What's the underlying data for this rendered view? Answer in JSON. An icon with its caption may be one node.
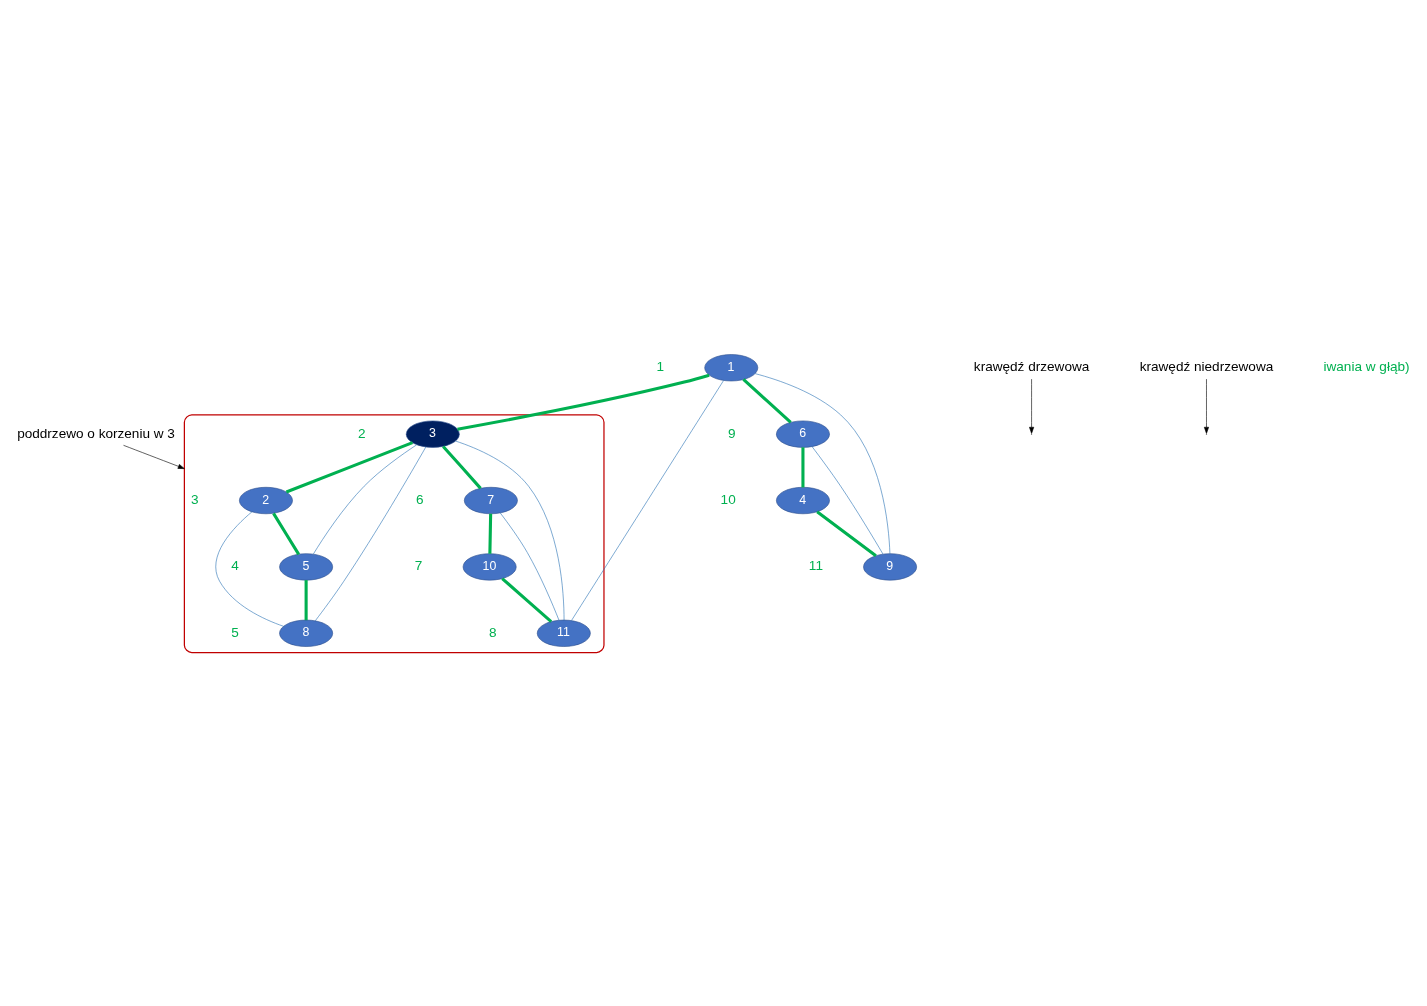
{
  "diagram": {
    "nodes": [
      {
        "text": [
          "poddrzewo o korzeniu w 3"
        ]
      },
      {
        "text": [],
        "shape": "cloud"
      },
      {
        "text": [
          "1"
        ],
        "beside": [
          "1"
        ]
      },
      {
        "text": [
          "6"
        ],
        "beside": [
          "9"
        ]
      },
      {
        "text": [
          "2"
        ],
        "beside": [
          "3"
        ],
        "in": 1
      },
      {
        "text": [
          "3"
        ],
        "beside": [
          "2"
        ],
        "in": 1
      },
      {
        "text": [
          "4"
        ],
        "beside": [
          "10"
        ]
      },
      {
        "text": [
          "5"
        ],
        "beside": [
          "4"
        ],
        "in": 1
      },
      {
        "text": [
          "8"
        ],
        "beside": [
          "5"
        ],
        "in": 1
      },
      {
        "text": [
          "9"
        ],
        "beside": [
          "11"
        ]
      },
      {
        "text": [
          "7"
        ],
        "beside": [
          "6"
        ],
        "in": 1
      },
      {
        "text": [
          "10"
        ],
        "beside": [
          "7"
        ],
        "in": 1
      },
      {
        "text": [
          "11"
        ],
        "beside": [
          "8"
        ],
        "in": 1
      },
      {
        "text": [
          "krawędź drzewowa"
        ]
      },
      {
        "text": [
          "krawędź niedrzewowa"
        ]
      }
    ],
    "edges": [
      {
        "from": 0,
        "to": 1,
        "arrow": "to",
        "color": "#000000"
      },
      {
        "from": 2,
        "to": 3,
        "arrow": "none",
        "style": "thick"
      },
      {
        "from": 3,
        "to": 6,
        "arrow": "none",
        "style": "thick"
      },
      {
        "from": 6,
        "to": 9,
        "arrow": "none",
        "style": "thick"
      },
      {
        "from": 2,
        "to": 5,
        "arrow": "none",
        "style": "thick"
      },
      {
        "from": 5,
        "to": 4,
        "arrow": "none",
        "style": "thick"
      },
      {
        "from": 4,
        "to": 7,
        "arrow": "none",
        "style": "thick"
      },
      {
        "from": 7,
        "to": 8,
        "arrow": "none",
        "style": "thick"
      },
      {
        "from": 5,
        "to": 10,
        "arrow": "none",
        "style": "thick"
      },
      {
        "from": 10,
        "to": 11,
        "arrow": "none",
        "style": "thick"
      },
      {
        "from": 11,
        "to": 12,
        "arrow": "none",
        "style": "thick"
      },
      {
        "from": 2,
        "to": 9,
        "arrow": "none",
        "color": "#2e75b6"
      },
      {
        "from": 3,
        "to": 9,
        "arrow": "none",
        "color": "#2e75b6"
      },
      {
        "from": 2,
        "to": 12,
        "arrow": "none",
        "color": "#2e75b6"
      },
      {
        "from": 4,
        "to": 8,
        "arrow": "none",
        "color": "#2e75b6"
      },
      {
        "from": 5,
        "to": 7,
        "arrow": "none",
        "color": "#2e75b6"
      },
      {
        "from": 5,
        "to": 8,
        "arrow": "none",
        "color": "#2e75b6"
      },
      {
        "from": 5,
        "to": 12,
        "arrow": "none",
        "color": "#2e75b6"
      },
      {
        "from": 10,
        "to": 12,
        "arrow": "none",
        "color": "#2e75b6"
      },
      {
        "from": 13,
        "to": null,
        "arrow": "to",
        "color": "#000000"
      },
      {
        "from": 14,
        "to": null,
        "arrow": "to",
        "color": "#000000"
      }
    ],
    "labels": [
      "iwania w głąb)"
    ]
  }
}
